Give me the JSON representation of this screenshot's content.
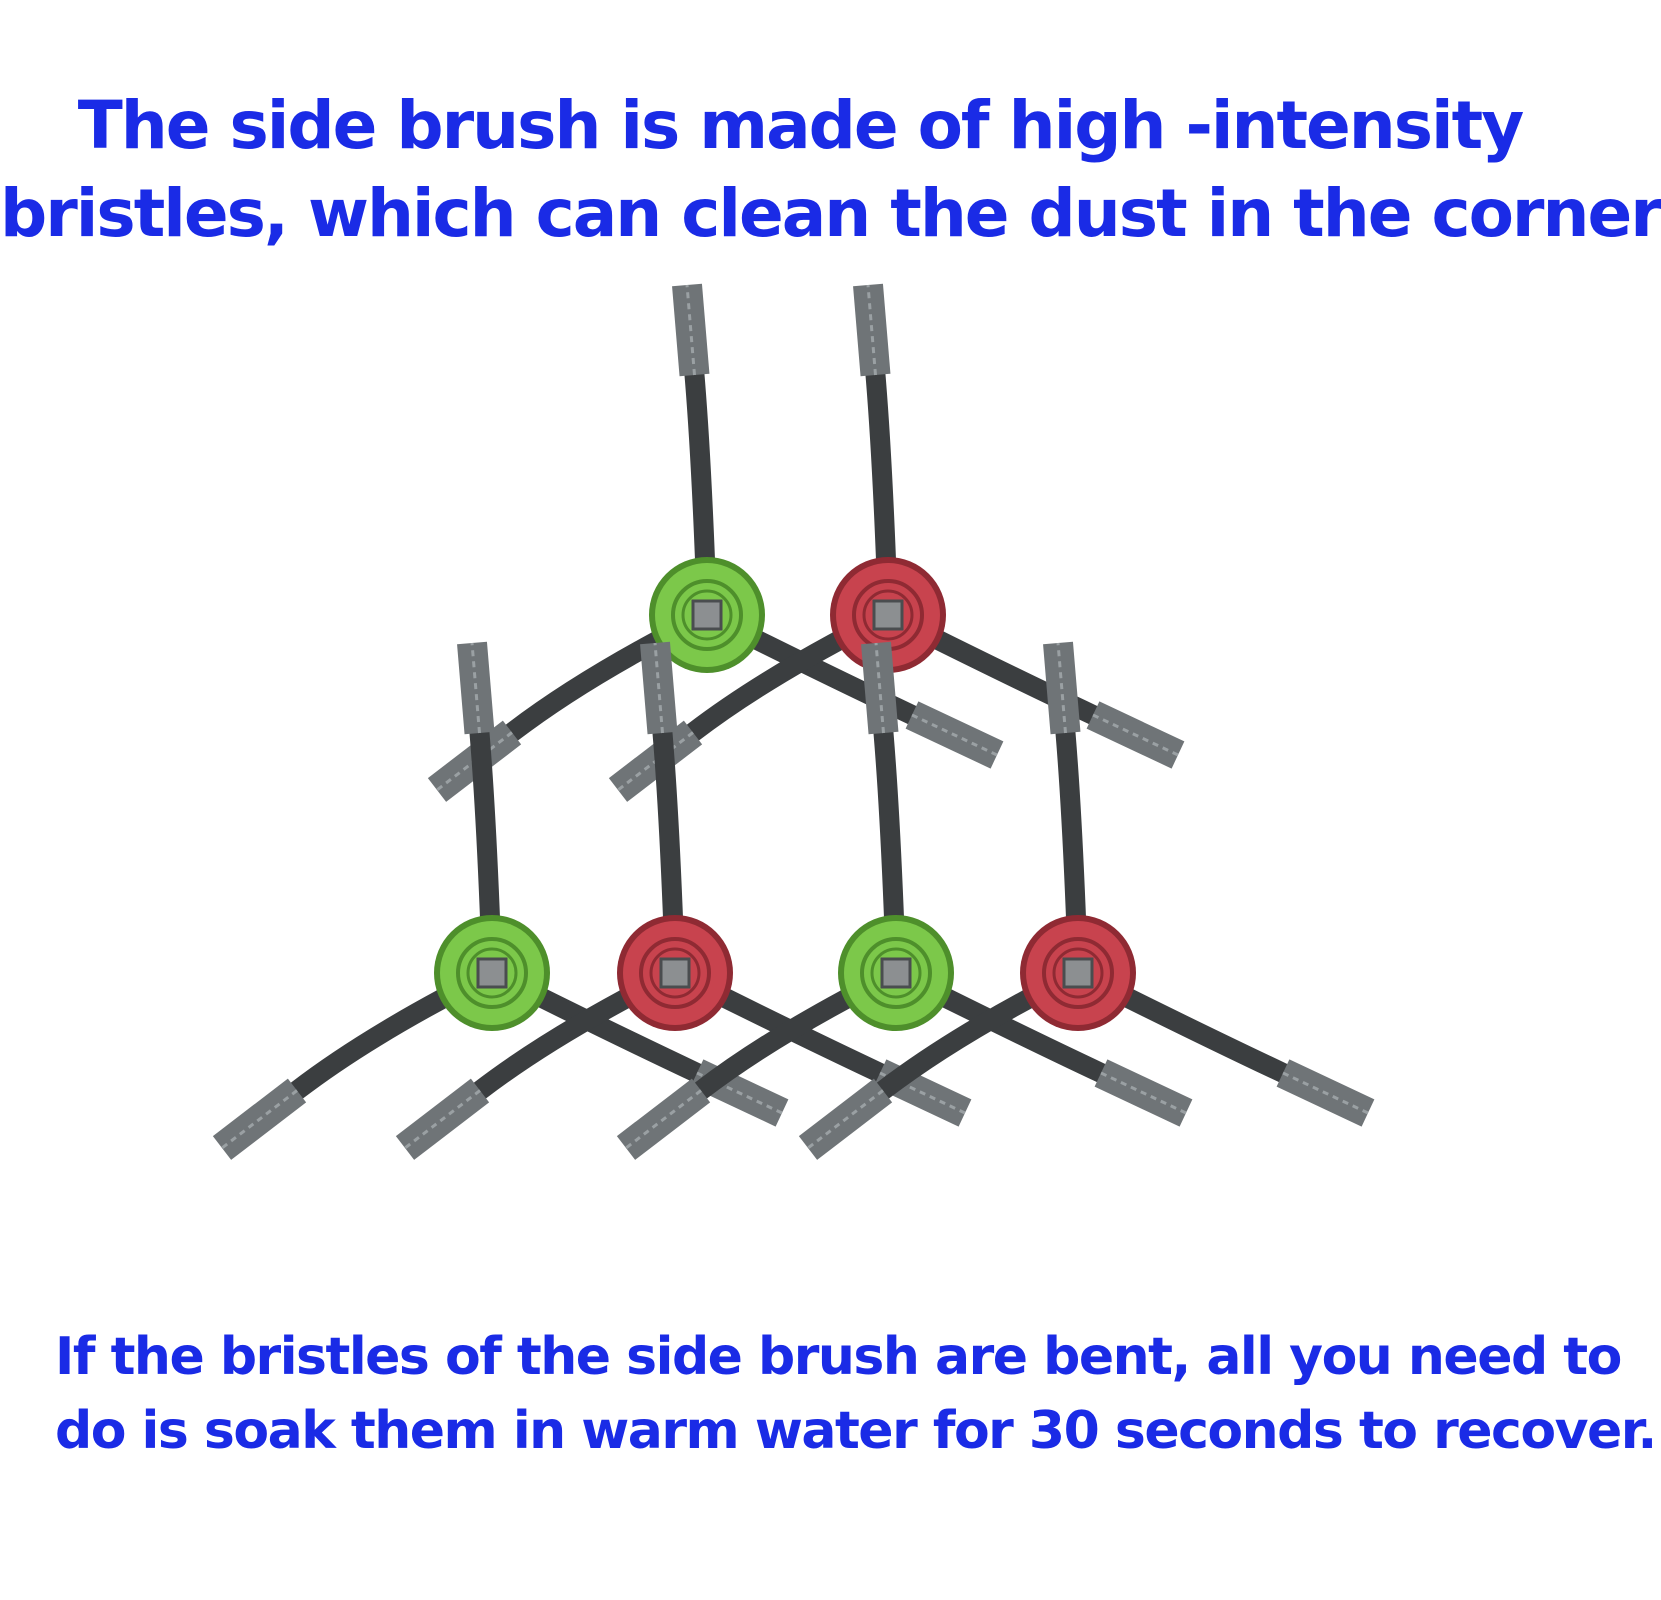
{
  "headline": {
    "line1": "The side brush is made of high -intensity",
    "line2": "bristles, which can clean the dust in the corner"
  },
  "caption": {
    "line1": "If the bristles of the side brush are bent, all you need to",
    "line2": "do is soak them in warm water for 30 seconds to recover."
  },
  "colors": {
    "text": "#1a2be6",
    "hub_green": "#7cc84a",
    "hub_red": "#c8434e",
    "bristle_gray": "#6f7477",
    "arm_dark": "#3b3e40"
  },
  "image": {
    "subject": "side-brushes",
    "brushes": [
      {
        "hub_color": "green"
      },
      {
        "hub_color": "red"
      },
      {
        "hub_color": "green"
      },
      {
        "hub_color": "red"
      },
      {
        "hub_color": "green"
      },
      {
        "hub_color": "red"
      }
    ]
  }
}
